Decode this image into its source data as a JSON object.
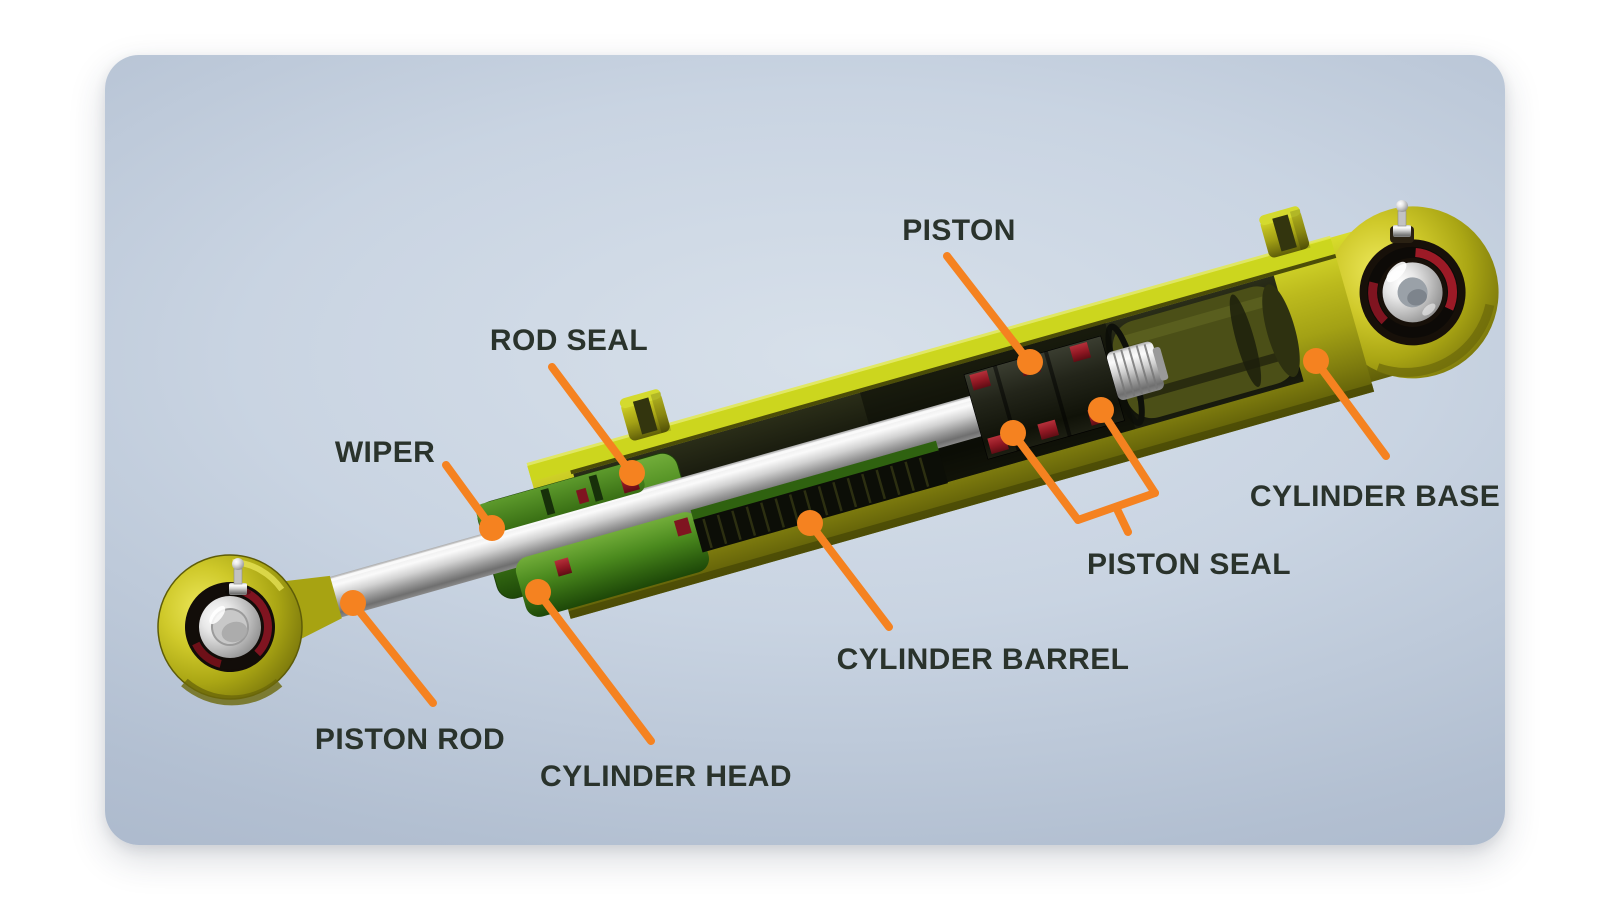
{
  "figure": {
    "type": "diagram",
    "subject": "Hydraulic cylinder cutaway",
    "accent_color": "#f58220",
    "label_color": "#2a332c",
    "palette": {
      "barrel_yellow": "#b5b41c",
      "cut_face_yellow": "#ccd61e",
      "head_green": "#3f7a1f",
      "seal_red": "#8e1722",
      "rod_silver": "#d2d2d2",
      "interior_dark": "#15170c",
      "card_center": "#d7e0ea",
      "card_edge": "#a3b0c5"
    },
    "labels": [
      {
        "id": "piston",
        "text": "PISTON"
      },
      {
        "id": "rod_seal",
        "text": "ROD SEAL"
      },
      {
        "id": "wiper",
        "text": "WIPER"
      },
      {
        "id": "cylinder_base",
        "text": "CYLINDER BASE"
      },
      {
        "id": "piston_seal",
        "text": "PISTON SEAL"
      },
      {
        "id": "cylinder_barrel",
        "text": "CYLINDER BARREL"
      },
      {
        "id": "piston_rod",
        "text": "PISTON ROD"
      },
      {
        "id": "cylinder_head",
        "text": "CYLINDER HEAD"
      }
    ]
  }
}
